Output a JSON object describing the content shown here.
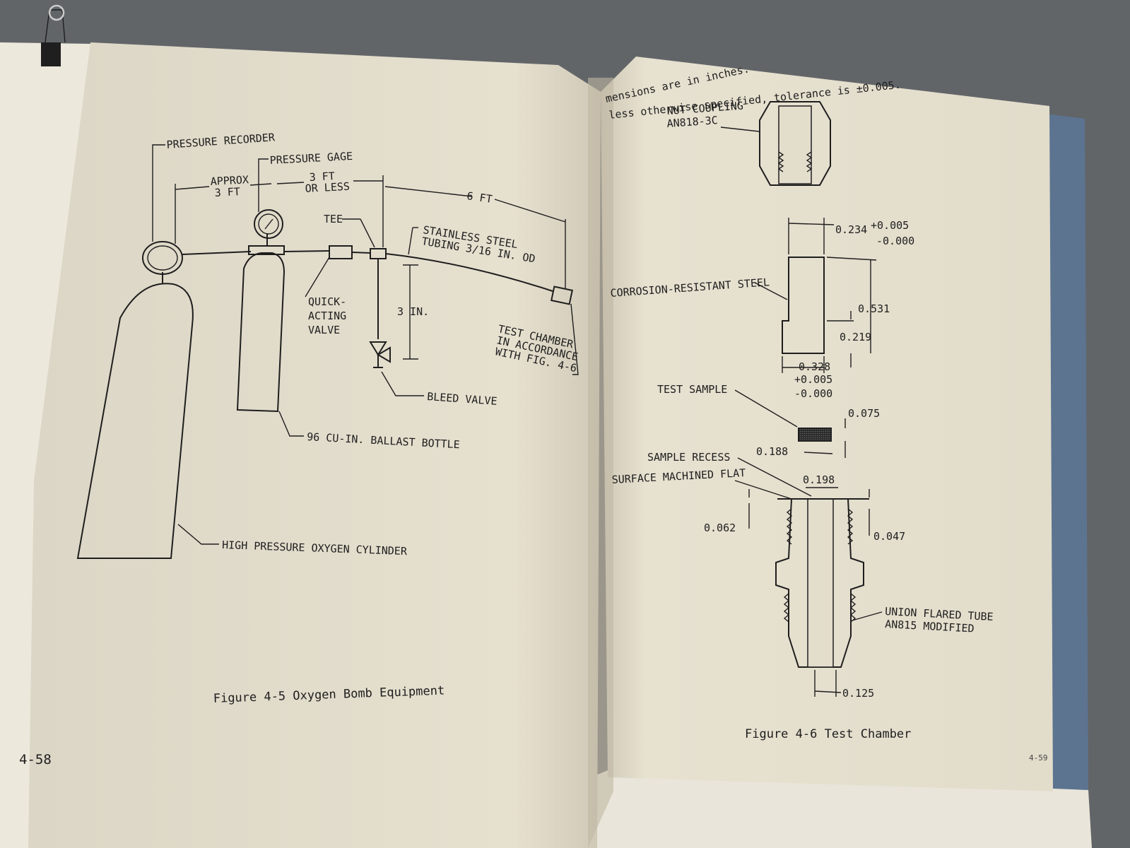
{
  "left_page": {
    "figure": {
      "labels": {
        "pressure_recorder": "PRESSURE RECORDER",
        "pressure_gage": "PRESSURE GAGE",
        "approx_line1": "APPROX",
        "approx_line2": "3 FT",
        "ftless_line1": "3 FT",
        "ftless_line2": "OR LESS",
        "six_ft": "6 FT",
        "tee": "TEE",
        "tubing_line1": "STAINLESS STEEL",
        "tubing_line2": "TUBING 3/16 IN. OD",
        "valve_line1": "QUICK-",
        "valve_line2": "ACTING",
        "valve_line3": "VALVE",
        "three_in": "3 IN.",
        "chamber_line1": "TEST CHAMBER",
        "chamber_line2": "IN ACCORDANCE",
        "chamber_line3": "WITH FIG. 4-6",
        "bleed_valve": "BLEED VALVE",
        "ballast_bottle": "96 CU-IN. BALLAST BOTTLE",
        "oxygen_cylinder": "HIGH PRESSURE OXYGEN CYLINDER"
      },
      "caption": "Figure 4-5  Oxygen Bomb Equipment"
    },
    "page_number": "4-58"
  },
  "right_page": {
    "note_line1": "mensions are in inches.",
    "note_line2": "less otherwise specified, tolerance is ±0.005.",
    "figure": {
      "labels": {
        "nut_line1": "NUT COUPLING",
        "nut_line2": "AN818-3C",
        "dim_0234": "0.234",
        "dim_0234_plus": "+0.005",
        "dim_0234_minus": "-0.000",
        "steel": "CORROSION-RESISTANT STEEL",
        "dim_0531": "0.531",
        "dim_0219": "0.219",
        "dim_0328": "0.328",
        "dim_0328_plus": "+0.005",
        "dim_0328_minus": "-0.000",
        "test_sample": "TEST SAMPLE",
        "dim_0075": "0.075",
        "dim_0188": "0.188",
        "sample_recess": "SAMPLE RECESS",
        "surface_flat": "SURFACE MACHINED FLAT",
        "dim_0198": "0.198",
        "dim_0062": "0.062",
        "dim_0047": "0.047",
        "union_line1": "UNION FLARED TUBE",
        "union_line2": "AN815 MODIFIED",
        "dim_0125": "0.125"
      },
      "caption": "Figure 4-6  Test Chamber"
    },
    "page_number": "4-59"
  }
}
